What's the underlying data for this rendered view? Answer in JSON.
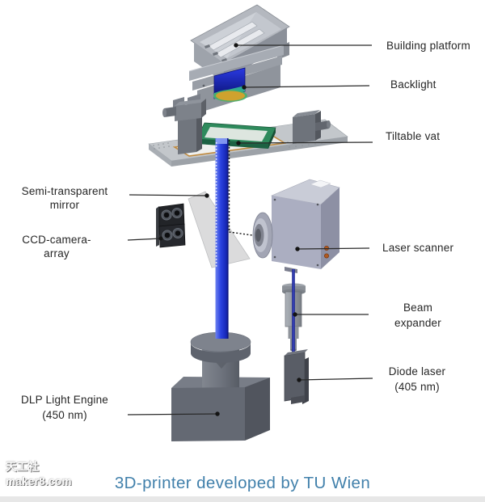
{
  "diagram": {
    "caption": "3D-printer developed by TU Wien",
    "watermark": {
      "line1": "天工社",
      "line2": "maker8.com"
    },
    "labels": {
      "building_platform": {
        "line1": "Building platform"
      },
      "backlight": {
        "line1": "Backlight"
      },
      "tiltable_vat": {
        "line1": "Tiltable vat"
      },
      "semi_transparent_mirror": {
        "line1": "Semi-transparent",
        "line2": "mirror"
      },
      "ccd_camera_array": {
        "line1": "CCD-camera-",
        "line2": "array"
      },
      "laser_scanner": {
        "line1": "Laser scanner"
      },
      "beam_expander": {
        "line1": "Beam",
        "line2": "expander"
      },
      "diode_laser": {
        "line1": "Diode laser",
        "line2": "(405 nm)"
      },
      "dlp_light_engine": {
        "line1": "DLP Light Engine",
        "line2": "(450 nm)"
      }
    },
    "colors": {
      "caption_text": "#4180ab",
      "label_text": "#262626",
      "leader_line": "#2a2a2a",
      "main_beam_blue": "#2137d6",
      "thin_beam_blue": "#1c2490",
      "backlight_blue": "#1626c8",
      "glow_yellow": "#cfa22e",
      "glow_green": "#49b06b",
      "vat_green": "#2e8a5c",
      "machine_gray": "#8f949c",
      "scanner_lavender": "#abaec1",
      "bottom_strip": "#e7e7e7"
    }
  }
}
